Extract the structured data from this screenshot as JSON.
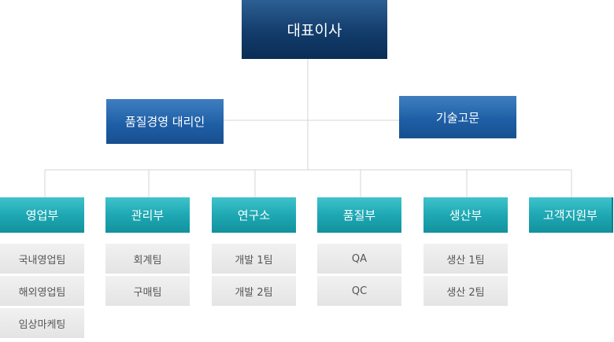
{
  "ceo": {
    "label": "대표이사"
  },
  "advisors": {
    "left": "품질경영 대리인",
    "right": "기술고문"
  },
  "departments": [
    {
      "label": "영업부",
      "teams": [
        "국내영업팀",
        "해외영업팀",
        "임상마케팅"
      ]
    },
    {
      "label": "관리부",
      "teams": [
        "회계팀",
        "구매팀"
      ]
    },
    {
      "label": "연구소",
      "teams": [
        "개발 1팀",
        "개발 2팀"
      ]
    },
    {
      "label": "품질부",
      "teams": [
        "QA",
        "QC"
      ]
    },
    {
      "label": "생산부",
      "teams": [
        "생산 1팀",
        "생산 2팀"
      ]
    },
    {
      "label": "고객지원부",
      "teams": []
    }
  ],
  "colors": {
    "ceo": "#123c6b",
    "advisor": "#1f5fa6",
    "department": "#1ea8b3",
    "team": "#e8e8e8",
    "connector": "#d4d4d4"
  }
}
